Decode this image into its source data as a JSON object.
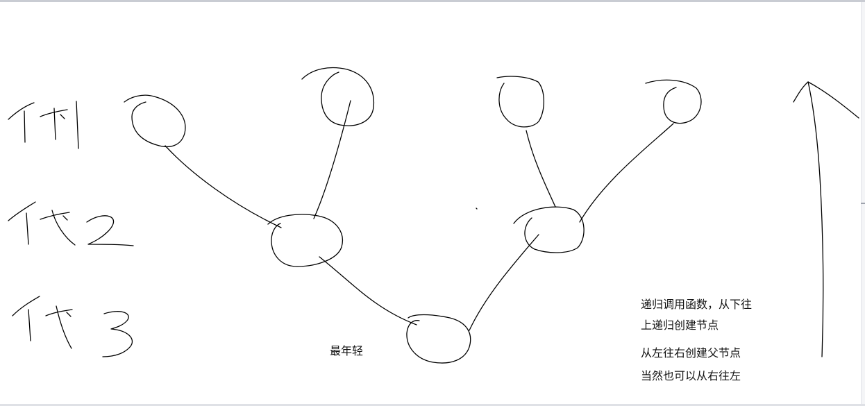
{
  "notes": {
    "youngest": "最年轻",
    "recursion_line1": "递归调用函数，从下往",
    "recursion_line2": "上递归创建节点",
    "order_line1": "从左往右创建父节点",
    "order_line2": "当然也可以从右往左"
  },
  "generations": {
    "gen1": "代1",
    "gen2": "代2",
    "gen3": "代3"
  },
  "tree": {
    "nodes": [
      "gen1-a",
      "gen1-b",
      "gen1-c",
      "gen1-d",
      "gen2-left",
      "gen2-right",
      "gen3-root"
    ],
    "edges": [
      [
        "gen1-a",
        "gen2-left"
      ],
      [
        "gen1-b",
        "gen2-left"
      ],
      [
        "gen1-c",
        "gen2-right"
      ],
      [
        "gen1-d",
        "gen2-right"
      ],
      [
        "gen2-left",
        "gen3-root"
      ],
      [
        "gen2-right",
        "gen3-root"
      ]
    ],
    "arrow_direction": "up"
  },
  "colors": {
    "ink": "#000000",
    "background": "#ffffff"
  }
}
